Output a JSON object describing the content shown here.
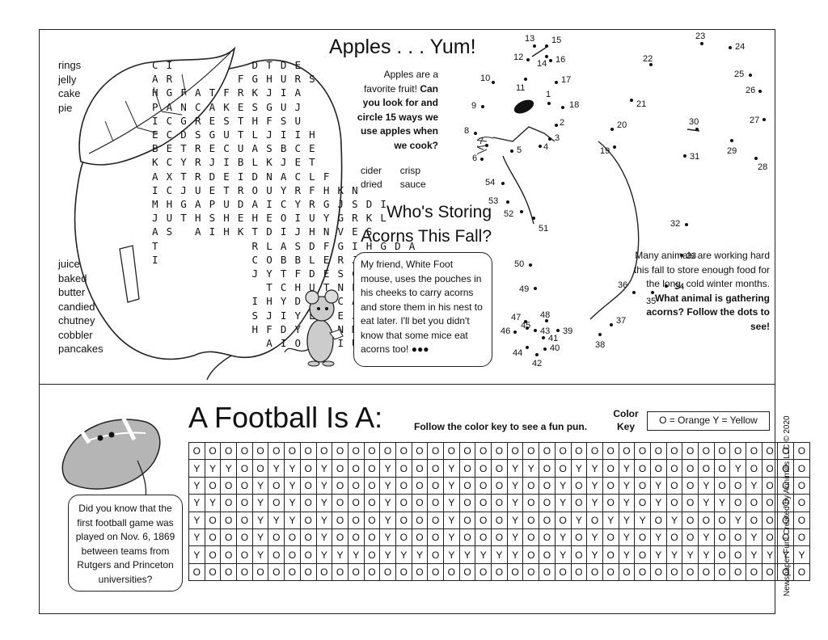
{
  "word_search": {
    "list_left": [
      "rings",
      "jelly",
      "cake",
      "pie"
    ],
    "list_right": [
      "juice",
      "baked",
      "butter",
      "candied",
      "chutney",
      "cobbler",
      "pancakes"
    ],
    "grid": [
      "C I           D T D E",
      "A R         F G H U R S",
      "H G F A T F R K J I A",
      "P A N C A K E S G U J",
      "I C G R E S T H F S U",
      "E C D S G U T L J I I H",
      "B E T R E C U A S B C E",
      "K C Y R J I B L K J E T",
      "A X T R D E I D N A C L F",
      "I C J U E T R O U Y R F H K N",
      "M H G A P U D A I C Y R G J S D I",
      "J U T H S H E H E O I U Y G R K L",
      "A S   A I H K T D I J H N V E S",
      "T             R L A S D F G I H G D A",
      "I             C O B B L E R J G D I S",
      "              J Y T F D E S C V B C",
      "                T C H U T N E Y I",
      "              I H Y D E S C A O",
      "              S J I Y L L E J A S",
      "              H F D Y J K N M K",
      "                A I O     I U"
    ]
  },
  "apples": {
    "title": "Apples . . . Yum!",
    "desc_plain": "Apples are a favorite fruit!",
    "desc_bold": "Can you look for and circle 15 ways we use apples when we cook?",
    "words_col1": [
      "cider",
      "dried"
    ],
    "words_col2": [
      "crisp",
      "sauce"
    ]
  },
  "acorns": {
    "title_line1": "Who's Storing",
    "title_line2": "Acorns This Fall?",
    "bubble": "My friend, White Foot mouse, uses the pouches in his cheeks to carry acorns and store them in his nest to eat later. I'll bet you didn't know that some mice eat acorns too!"
  },
  "dots": {
    "instruction_plain": "Many animals are working hard this fall to store enough food for the long, cold winter months.",
    "instruction_bold": "What animal is gathering acorns? Follow the dots to see!",
    "labels": [
      "1",
      "2",
      "3",
      "4",
      "5",
      "6",
      "7",
      "8",
      "9",
      "10",
      "11",
      "12",
      "13",
      "14",
      "15",
      "16",
      "17",
      "18",
      "19",
      "20",
      "21",
      "22",
      "23",
      "24",
      "25",
      "26",
      "27",
      "28",
      "29",
      "30",
      "31",
      "32",
      "33",
      "34",
      "35",
      "36",
      "37",
      "38",
      "39",
      "40",
      "41",
      "42",
      "43",
      "44",
      "45",
      "46",
      "47",
      "48",
      "49",
      "50",
      "51",
      "52",
      "53",
      "54"
    ]
  },
  "football": {
    "title": "A Football Is A:",
    "subtitle": "Follow the color key to see a fun pun.",
    "key_title": "Color Key",
    "key_text": "O = Orange   Y = Yellow",
    "fact": "Did you know that the first football game was played on Nov. 6, 1869 between teams from Rutgers and Princeton universities?",
    "grid": [
      "OOOOOOOOOOOOOOOOOOOOOOOOOOOOOOOOOOOOOOO",
      "YYYOOYYOYOOOYOOOYOOOYYOOYYOYOOOOOOYOOOO",
      "YOOOYOYOYOOOYOOOYOOOYOOYOYOYOYOOYOOYOOO",
      "YYOOYOYOYOOOYOOOYOOOYOOYOYOYOYOOYYOOOOO",
      "YOOOYYYOYOOOYOOOYOOOYOOOYOYYYOYOOOYOOOO",
      "YOOOYOOOYOOOYOOOYOOOYOOYOYOYOYOOYOOYOOO",
      "YOOOYOOOYYYOYYYOYYYYYOOYOYOYOYYYYOOYYYY",
      "OOOOOOOOOOOOOOOOOOOOOOOOOOOOOOOOOOOOOOO"
    ]
  },
  "credit": "Newspaper Fun! Created by Annimills LLC © 2020"
}
